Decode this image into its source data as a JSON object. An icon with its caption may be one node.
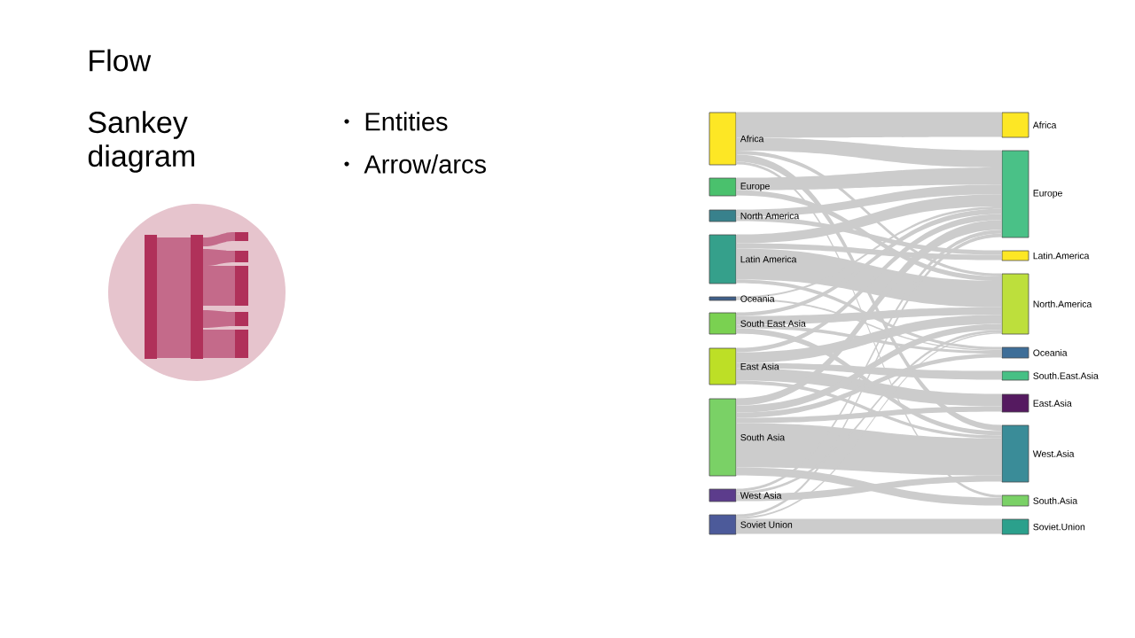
{
  "diagram": {
    "title": "Flow",
    "nodes": [
      {
        "text": [
          "Africa"
        ]
      },
      {
        "text": [
          "Europe"
        ]
      },
      {
        "text": [
          "North America"
        ]
      },
      {
        "text": [
          "Latin America"
        ]
      },
      {
        "text": [
          "Oceania"
        ]
      },
      {
        "text": [
          "South East Asia"
        ]
      },
      {
        "text": [
          "East Asia"
        ]
      },
      {
        "text": [
          "South Asia"
        ]
      },
      {
        "text": [
          "West Asia"
        ]
      },
      {
        "text": [
          "Soviet Union"
        ]
      },
      {
        "text": [
          "Africa"
        ]
      },
      {
        "text": [
          "Europe"
        ]
      },
      {
        "text": [
          "Latin.America"
        ]
      },
      {
        "text": [
          "North.America"
        ]
      },
      {
        "text": [
          "Oceania"
        ]
      },
      {
        "text": [
          "South.East.Asia"
        ]
      },
      {
        "text": [
          "East.Asia"
        ]
      },
      {
        "text": [
          "West.Asia"
        ]
      },
      {
        "text": [
          "South.Asia"
        ]
      },
      {
        "text": [
          "Soviet.Union"
        ]
      }
    ],
    "edges": [
      {
        "from": 0,
        "to": 10,
        "arrow": "none"
      },
      {
        "from": 0,
        "to": 11,
        "arrow": "none"
      },
      {
        "from": 0,
        "to": 13,
        "arrow": "none"
      },
      {
        "from": 0,
        "to": 17,
        "arrow": "none"
      },
      {
        "from": 0,
        "to": 18,
        "arrow": "none"
      },
      {
        "from": 1,
        "to": 11,
        "arrow": "none"
      },
      {
        "from": 1,
        "to": 13,
        "arrow": "none"
      },
      {
        "from": 2,
        "to": 11,
        "arrow": "none"
      },
      {
        "from": 2,
        "to": 12,
        "arrow": "none"
      },
      {
        "from": 3,
        "to": 11,
        "arrow": "none"
      },
      {
        "from": 3,
        "to": 12,
        "arrow": "none"
      },
      {
        "from": 3,
        "to": 13,
        "arrow": "none"
      },
      {
        "from": 3,
        "to": 14,
        "arrow": "none"
      },
      {
        "from": 4,
        "to": 11,
        "arrow": "none"
      },
      {
        "from": 4,
        "to": 14,
        "arrow": "none"
      },
      {
        "from": 5,
        "to": 11,
        "arrow": "none"
      },
      {
        "from": 5,
        "to": 13,
        "arrow": "none"
      },
      {
        "from": 5,
        "to": 14,
        "arrow": "none"
      },
      {
        "from": 5,
        "to": 17,
        "arrow": "none"
      },
      {
        "from": 6,
        "to": 11,
        "arrow": "none"
      },
      {
        "from": 6,
        "to": 13,
        "arrow": "none"
      },
      {
        "from": 6,
        "to": 15,
        "arrow": "none"
      },
      {
        "from": 6,
        "to": 16,
        "arrow": "none"
      },
      {
        "from": 6,
        "to": 17,
        "arrow": "none"
      },
      {
        "from": 7,
        "to": 11,
        "arrow": "none"
      },
      {
        "from": 7,
        "to": 13,
        "arrow": "none"
      },
      {
        "from": 7,
        "to": 14,
        "arrow": "none"
      },
      {
        "from": 7,
        "to": 16,
        "arrow": "none"
      },
      {
        "from": 7,
        "to": 17,
        "arrow": "none"
      },
      {
        "from": 7,
        "to": 18,
        "arrow": "none"
      },
      {
        "from": 8,
        "to": 11,
        "arrow": "none"
      },
      {
        "from": 8,
        "to": 13,
        "arrow": "none"
      },
      {
        "from": 8,
        "to": 17,
        "arrow": "none"
      },
      {
        "from": 9,
        "to": 11,
        "arrow": "none"
      },
      {
        "from": 9,
        "to": 13,
        "arrow": "none"
      },
      {
        "from": 9,
        "to": 19,
        "arrow": "none"
      }
    ],
    "labels": [
      "Sankey diagram",
      "Entities",
      "Arrow/arcs"
    ]
  }
}
